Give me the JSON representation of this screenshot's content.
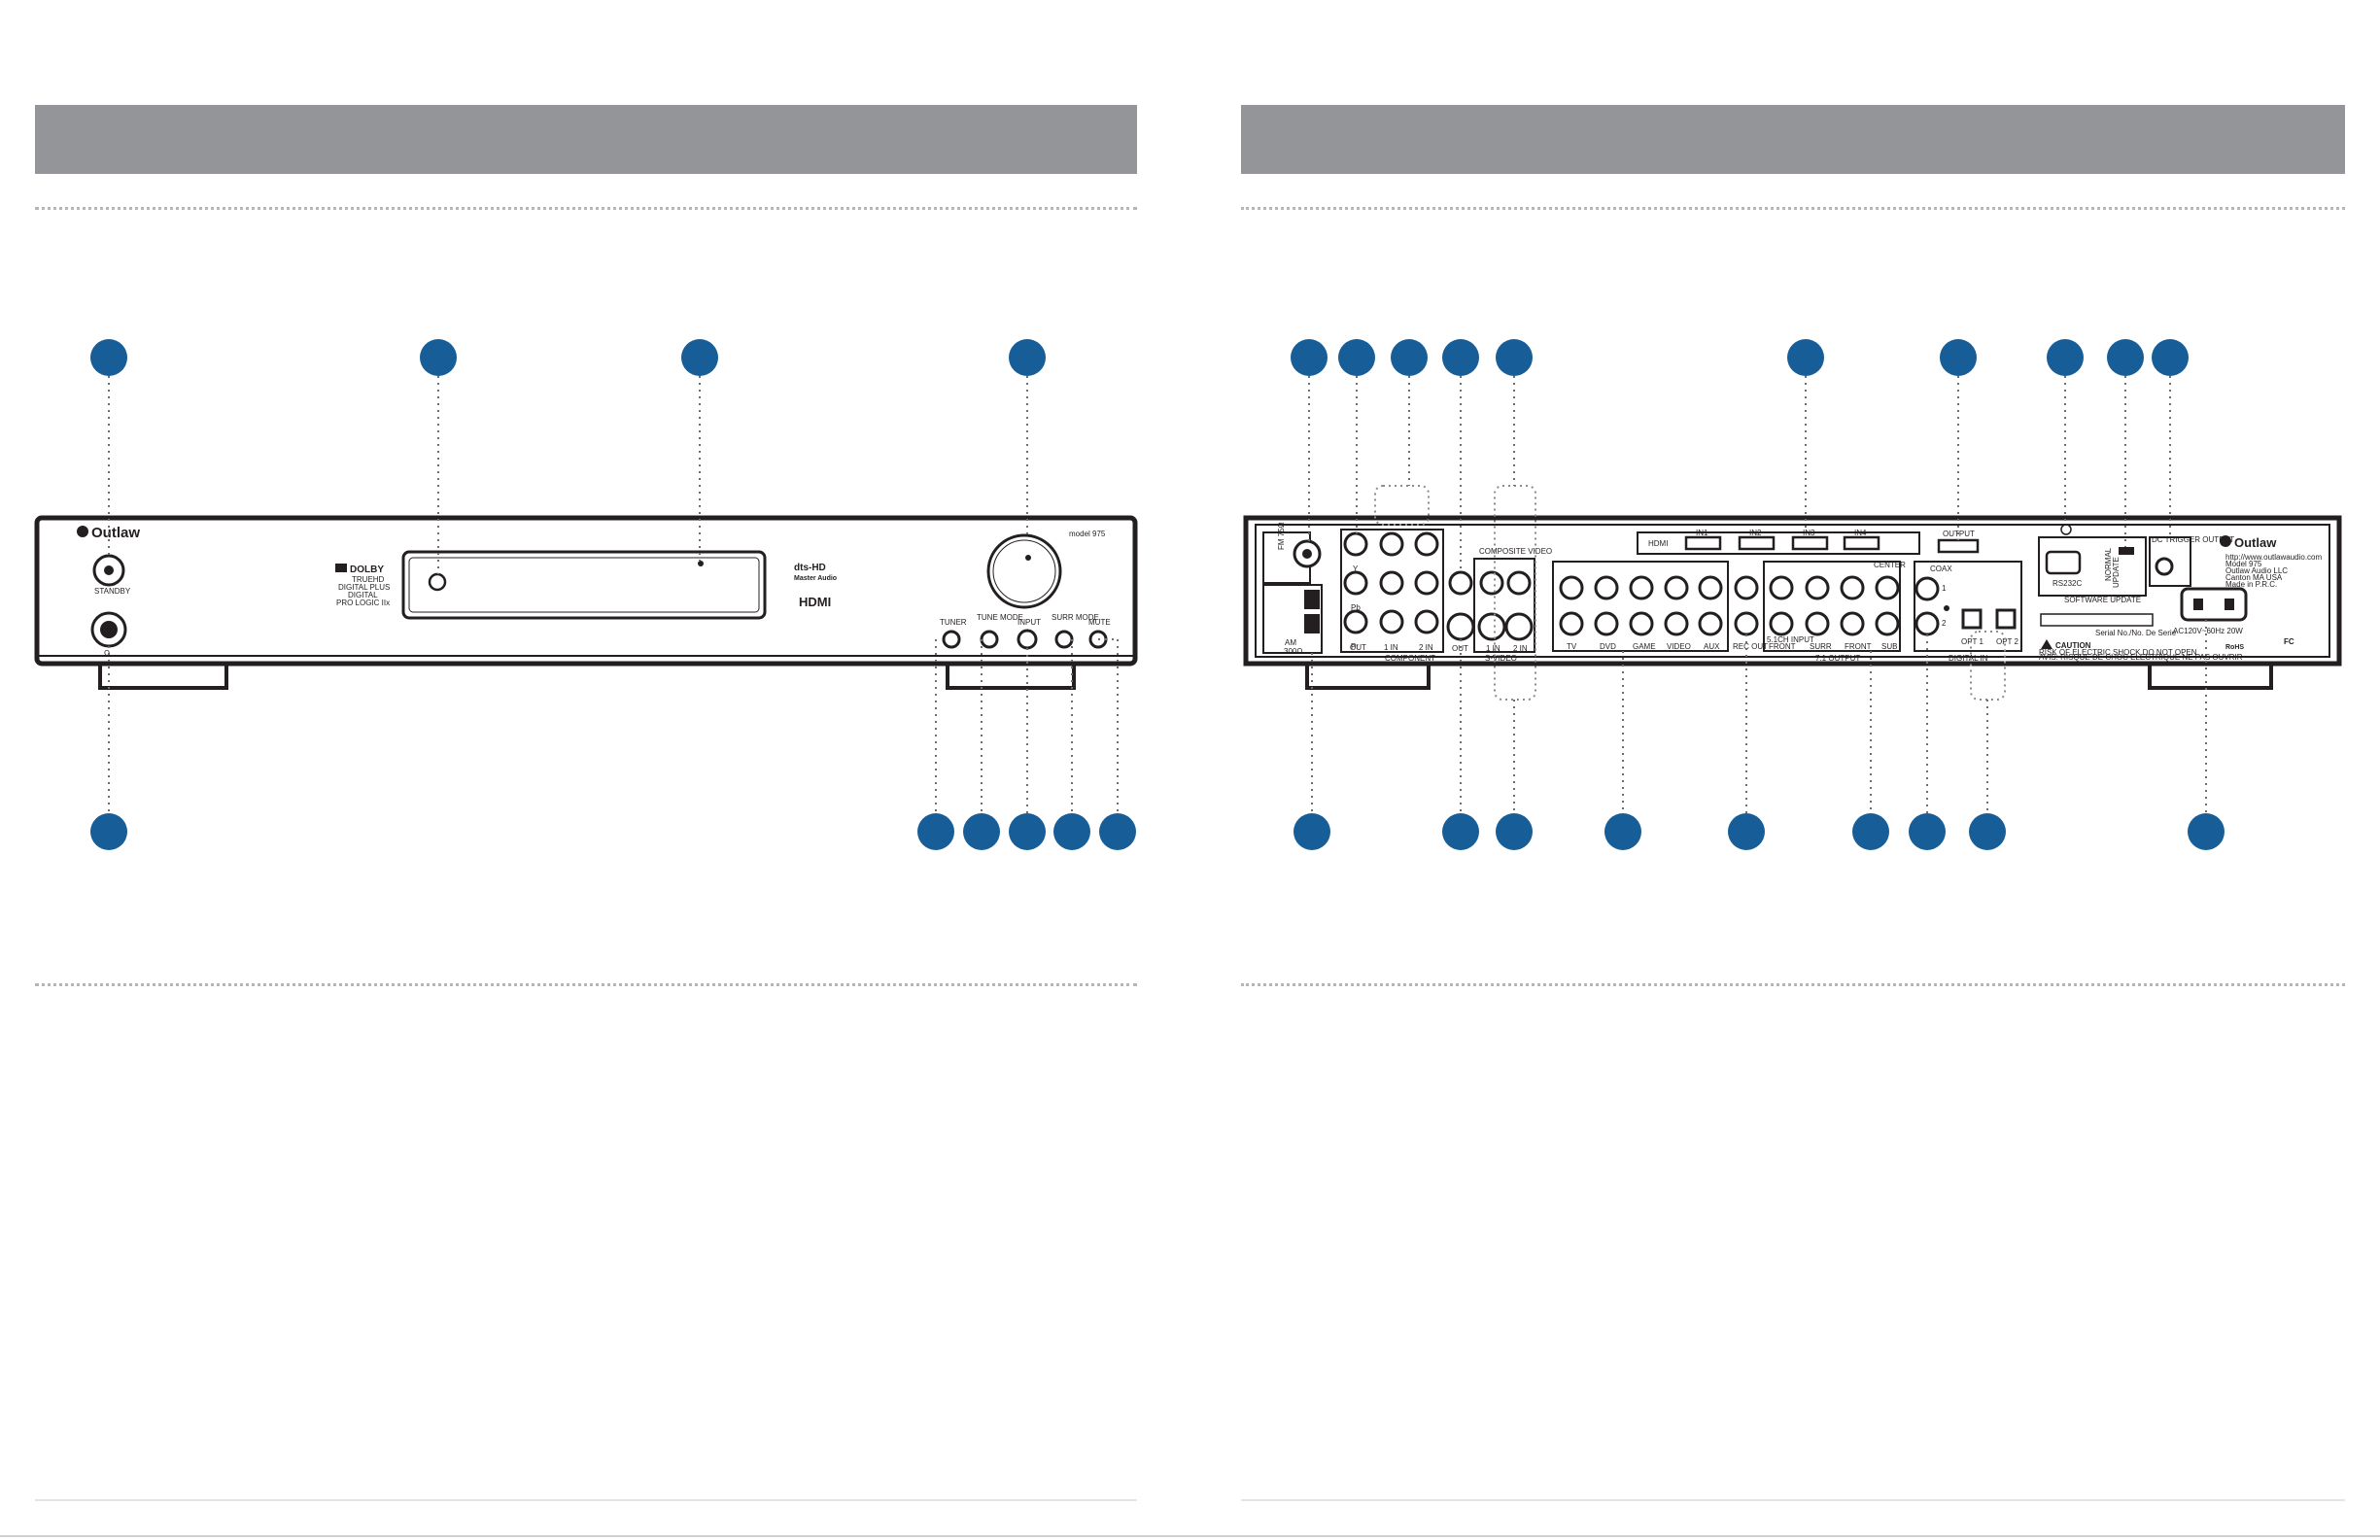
{
  "front_panel": {
    "brand": "Outlaw",
    "model": "model 975",
    "standby_label": "STANDBY",
    "dolby_lines": [
      "DOLBY",
      "TRUEHD",
      "DIGITAL PLUS",
      "DIGITAL",
      "PRO LOGIC IIx"
    ],
    "dts_label": "dts-HD",
    "dts_sub": "Master Audio",
    "hdmi_logo": "HDMI",
    "buttons": [
      {
        "label": "TUNER"
      },
      {
        "label": "TUNE MODE"
      },
      {
        "label": "INPUT"
      },
      {
        "label": "SURR MODE"
      },
      {
        "label": "MUTE"
      }
    ]
  },
  "rear_panel": {
    "brand": "Outlaw",
    "address_lines": [
      "http://www.outlawaudio.com",
      "Model 975",
      "Outlaw Audio LLC",
      "Canton MA USA",
      "Made in P.R.C."
    ],
    "fm_label": "FM 75Ω",
    "am_label": "AM",
    "am_sub": "300Ω",
    "component": {
      "group_label": "COMPONENT",
      "row_labels": [
        "Y",
        "Pb",
        "Pr"
      ],
      "col_labels": [
        "OUT",
        "1 IN",
        "2 IN"
      ]
    },
    "composite_label": "COMPOSITE VIDEO",
    "svideo": {
      "group_label": "S-VIDEO",
      "col_labels": [
        "OUT",
        "1 IN",
        "2 IN"
      ]
    },
    "analog_inputs": [
      "TV",
      "DVD",
      "GAME",
      "VIDEO",
      "AUX"
    ],
    "rec_out": "REC OUT",
    "multi_input": "5.1CH INPUT",
    "output_71": {
      "group_label": "7.1 OUTPUT",
      "col_labels": [
        "FRONT",
        "SURR",
        "FRONT",
        "SUB"
      ],
      "center": "CENTER"
    },
    "hdmi": {
      "prefix": "HDMI",
      "inputs": [
        "IN1",
        "IN2",
        "IN3",
        "IN4"
      ],
      "output": "OUTPUT"
    },
    "digital_in": {
      "group_label": "DIGITAL IN",
      "coax": "COAX",
      "coax_nums": [
        "1",
        "2"
      ],
      "opt1": "OPT 1",
      "opt2": "OPT 2"
    },
    "rs232": "RS232C",
    "software_update": "SOFTWARE UPDATE",
    "switch_labels": [
      "NORMAL",
      "UPDATE"
    ],
    "trigger_label": "DC TRIGGER OUTPUT",
    "ac_label": "AC120V~60Hz 20W",
    "caution_title": "CAUTION",
    "caution_line1": "RISK OF ELECTRIC SHOCK DO NOT OPEN",
    "caution_line2": "AVIS: RISQUE DE CHOC ELECTRIQUE NE PAS OUVRIR",
    "serial_label": "Serial No./No. De Serie",
    "rohs": "RoHS",
    "fcc": "FC"
  },
  "colors": {
    "header_band": "#939598",
    "callout": "#175e98",
    "leader": "#6d6e71",
    "rule": "#b4b6b9"
  }
}
